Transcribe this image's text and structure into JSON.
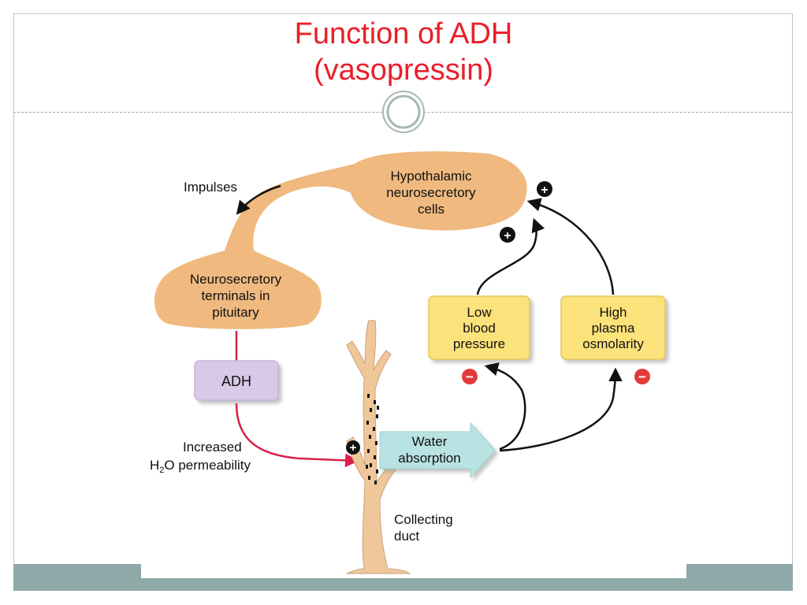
{
  "slide": {
    "title_line1": "Function of ADH",
    "title_line2": "(vasopressin)"
  },
  "diagram": {
    "hypothalamic_cells": [
      "Hypothalamic",
      "neurosecretory",
      "cells"
    ],
    "terminals": [
      "Neurosecretory",
      "terminals in",
      "pituitary"
    ],
    "impulses": "Impulses",
    "adh": "ADH",
    "increased": "Increased",
    "permeability_h": "H",
    "permeability_sub": "2",
    "permeability_rest": "O permeability",
    "water_absorption": [
      "Water",
      "absorption"
    ],
    "low_bp": [
      "Low",
      "blood",
      "pressure"
    ],
    "high_osm": [
      "High",
      "plasma",
      "osmolarity"
    ],
    "collecting_duct": [
      "Collecting",
      "duct"
    ],
    "plus_sign": "+",
    "minus_sign": "−"
  },
  "colors": {
    "title": "#e8202a",
    "cell_body": "#efb97f",
    "adh_box": "#d9c9e8",
    "stimulus_box": "#fbe27a",
    "water_arrow": "#b9e2e2",
    "duct": "#efc79a",
    "adh_line": "#d8224a",
    "frame_bar": "#8fa9a8"
  }
}
